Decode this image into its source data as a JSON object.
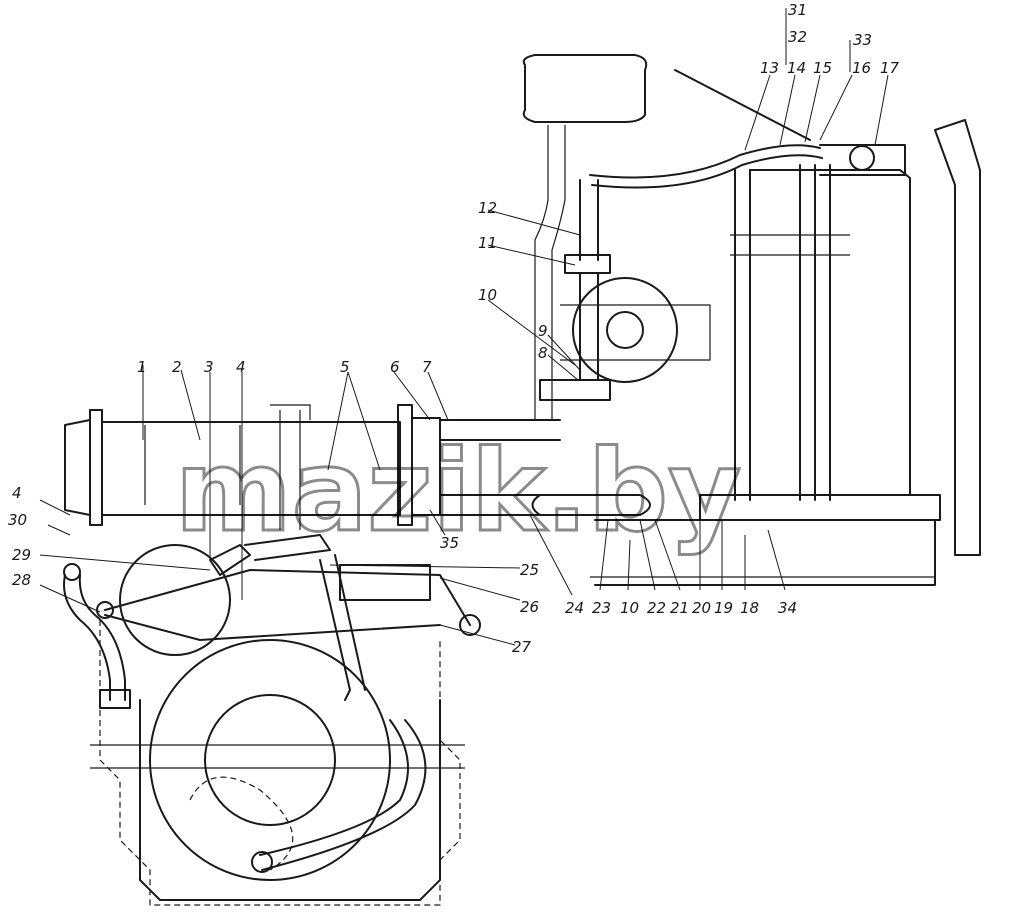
{
  "watermark": "mazik.by",
  "labels": {
    "l1": "1",
    "l2": "2",
    "l3": "3",
    "l4": "4",
    "l4b": "4",
    "l5": "5",
    "l6": "6",
    "l7": "7",
    "l8": "8",
    "l9": "9",
    "l10": "10",
    "l10b": "10",
    "l11": "11",
    "l12": "12",
    "l13": "13",
    "l14": "14",
    "l15": "15",
    "l16": "16",
    "l17": "17",
    "l18": "18",
    "l19": "19",
    "l20": "20",
    "l21": "21",
    "l22": "22",
    "l23": "23",
    "l24": "24",
    "l25": "25",
    "l26": "26",
    "l27": "27",
    "l28": "28",
    "l29": "29",
    "l30": "30",
    "l31": "31",
    "l32": "32",
    "l33": "33",
    "l34": "34",
    "l35": "35"
  }
}
